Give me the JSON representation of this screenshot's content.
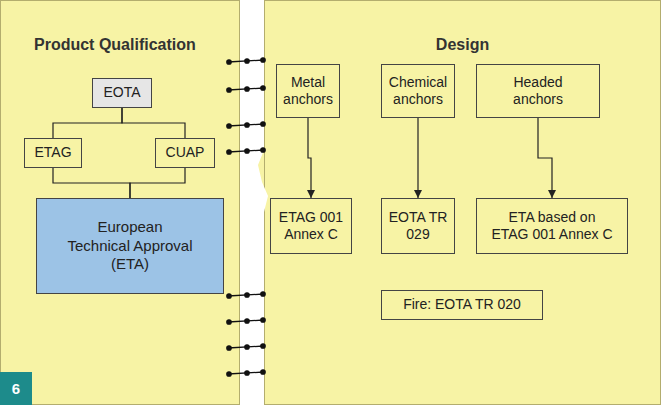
{
  "diagram": {
    "nodes": [
      {
        "text": [
          "Product Qualification"
        ]
      },
      {
        "text": [
          "EOTA"
        ],
        "in": 0
      },
      {
        "text": [
          "ETAG"
        ],
        "in": 0
      },
      {
        "text": [
          "CUAP"
        ],
        "in": 0
      },
      {
        "text": [
          "European Technical Approval (ETA)"
        ],
        "in": 0
      },
      {
        "text": [
          "Design"
        ]
      },
      {
        "text": [
          "Metal anchors"
        ],
        "in": 5
      },
      {
        "text": [
          "Chemical anchors"
        ],
        "in": 5
      },
      {
        "text": [
          "Headed anchors"
        ],
        "in": 5
      },
      {
        "text": [
          "ETAG 001 Annex C"
        ],
        "in": 5
      },
      {
        "text": [
          "EOTA TR 029"
        ],
        "in": 5
      },
      {
        "text": [
          "ETA based on ETAG 001 Annex C"
        ],
        "in": 5
      },
      {
        "text": [
          "Fire: EOTA TR 020"
        ],
        "in": 5
      }
    ],
    "edges": [
      {
        "from": 1,
        "to": 2,
        "arrow": "none"
      },
      {
        "from": 1,
        "to": 3,
        "arrow": "none"
      },
      {
        "from": 2,
        "to": 4,
        "arrow": "none"
      },
      {
        "from": 3,
        "to": 4,
        "arrow": "none"
      },
      {
        "from": 6,
        "to": 9,
        "arrow": "to"
      },
      {
        "from": 7,
        "to": 10,
        "arrow": "to"
      },
      {
        "from": 8,
        "to": 11,
        "arrow": "to"
      }
    ],
    "labels": [
      "6"
    ]
  }
}
